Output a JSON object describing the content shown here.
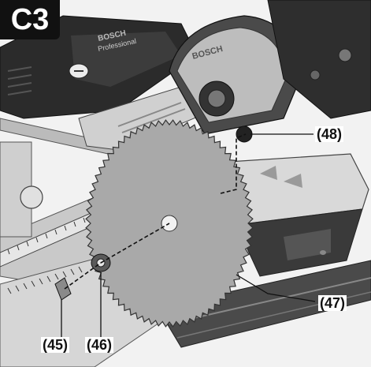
{
  "figure": {
    "badge_label": "C3",
    "brand_text": "BOSCH",
    "brand_text_secondary": "BOSCH",
    "series_text": "Professional",
    "callouts": {
      "c48": "(48)",
      "c47": "(47)",
      "c45": "(45)",
      "c46": "(46)"
    }
  },
  "colors": {
    "badge_bg": "#111111",
    "metal_dark": "#2b2b2b",
    "metal_mid": "#7a7a7a",
    "metal_light": "#bdbdbd",
    "blade": "#a9a9a9"
  }
}
